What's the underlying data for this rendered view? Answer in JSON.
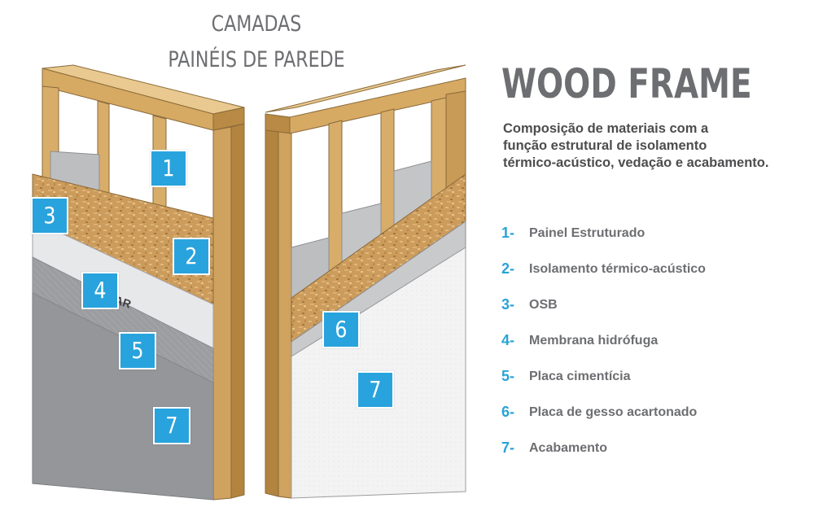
{
  "illustration_title": {
    "line1": "CAMADAS",
    "line2": "PAINÉIS DE PAREDE"
  },
  "title": "WOOD FRAME",
  "description": [
    "Composição de materiais com a",
    "função estrutural de isolamento",
    "térmico-acústico, vedação e acabamento."
  ],
  "legend": [
    {
      "num": "1-",
      "label": "Painel Estruturado"
    },
    {
      "num": "2-",
      "label": "Isolamento térmico-acústico"
    },
    {
      "num": "3-",
      "label": "OSB"
    },
    {
      "num": "4-",
      "label": "Membrana hidrófuga"
    },
    {
      "num": "5-",
      "label": "Placa cimentícia"
    },
    {
      "num": "6-",
      "label": "Placa de gesso acartonado"
    },
    {
      "num": "7-",
      "label": "Acabamento"
    }
  ],
  "badges": {
    "b1": "1",
    "b2": "2",
    "b3": "3",
    "b4": "4",
    "b5": "5",
    "b6": "6",
    "b7a": "7",
    "b7b": "7"
  },
  "membrane_brand": "PAR",
  "colors": {
    "accent": "#29a3dd",
    "wood": "#d9b374",
    "osb": "#c8975a",
    "cement": "#a7a9ac",
    "gypsum": "#f2f2f2",
    "insulation": "#bdbec0",
    "text_gray": "#6d6e71"
  }
}
